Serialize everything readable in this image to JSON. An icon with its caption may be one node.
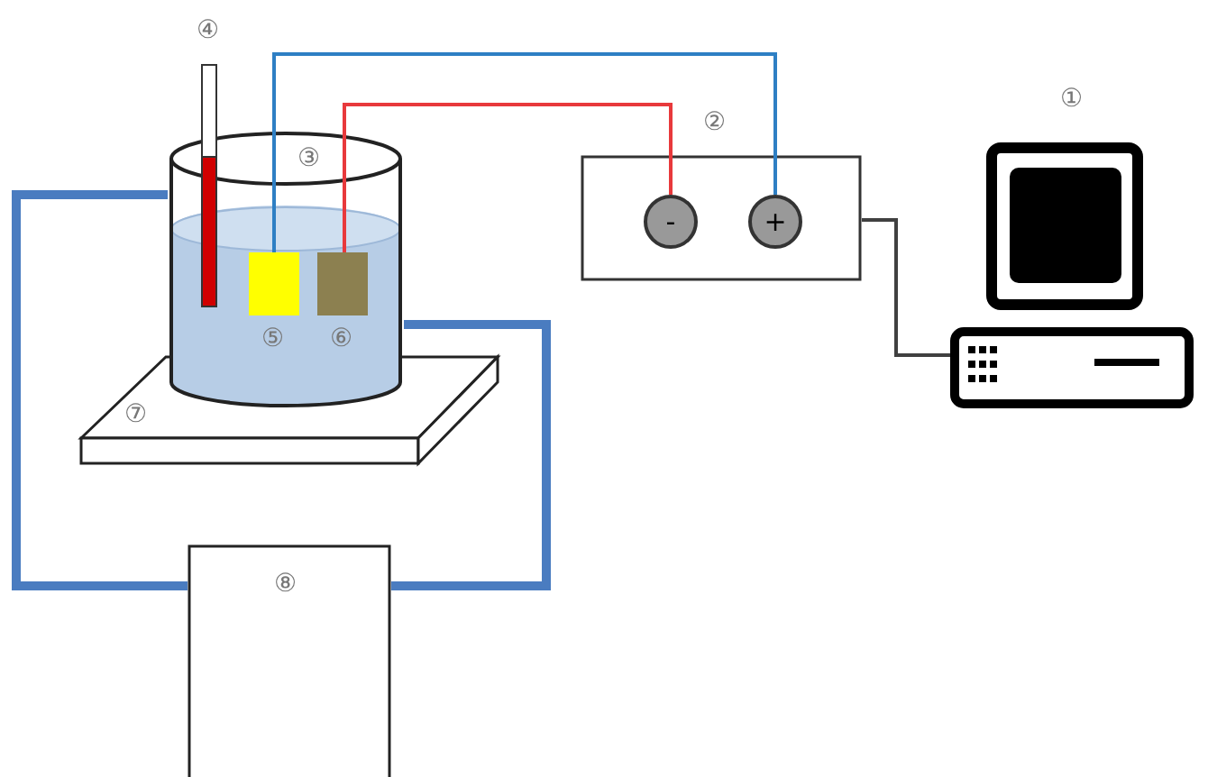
{
  "diagram": {
    "nodes": [
      {
        "text": [
          "①"
        ]
      },
      {
        "text": [
          "②"
        ]
      },
      {
        "text": [
          "-"
        ],
        "in": 1
      },
      {
        "text": [
          "+"
        ],
        "in": 1
      },
      {
        "text": [
          "③"
        ]
      },
      {
        "text": [
          "④"
        ]
      },
      {
        "text": [
          "⑤"
        ],
        "in": 4
      },
      {
        "text": [
          "⑥"
        ],
        "in": 4
      },
      {
        "text": [
          "⑦"
        ]
      },
      {
        "text": [
          "⑧"
        ]
      }
    ],
    "edges": [
      {
        "from": 6,
        "to": 3,
        "arrow": "none",
        "color": "#2e7fc4"
      },
      {
        "from": 7,
        "to": 2,
        "arrow": "none",
        "color": "#e8393c"
      },
      {
        "from": 1,
        "to": 0,
        "arrow": "none",
        "color": "#404040"
      },
      {
        "from": 4,
        "to": 9,
        "arrow": "none",
        "style": "thick",
        "color": "#4a7cc0"
      },
      {
        "from": 4,
        "to": 9,
        "arrow": "none",
        "style": "thick",
        "color": "#4a7cc0"
      }
    ]
  }
}
